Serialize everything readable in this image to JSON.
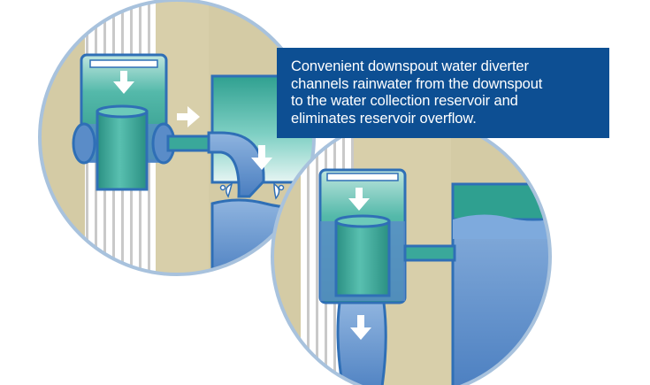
{
  "caption": {
    "lines": [
      "Convenient downspout water diverter",
      "channels rainwater from the downspout",
      "to the water collection reservoir and",
      "eliminates reservoir overflow."
    ]
  },
  "colors": {
    "frame_blue": "#2f6fb6",
    "teal": "#3aa89a",
    "water_blue": "#5a8cc8",
    "wall_tan": "#d4cba5",
    "caption_bg": "#0d4f93"
  },
  "icons": [
    "down-arrow-icon",
    "right-arrow-icon",
    "splash-icon"
  ]
}
